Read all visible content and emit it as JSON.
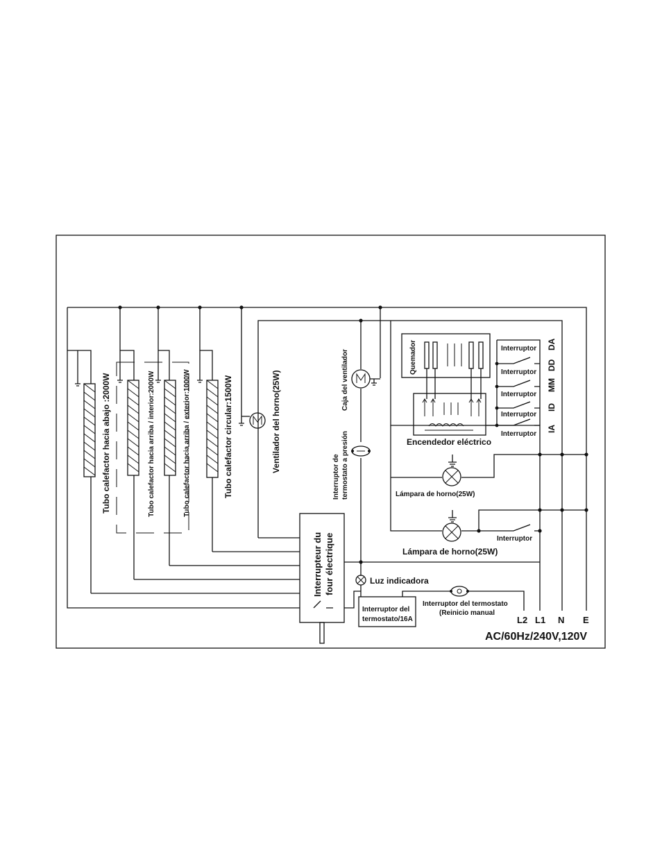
{
  "heaters": [
    {
      "label": "Tubo calefactor hacia abajo :2000W"
    },
    {
      "label": "Tubo calefactor hacia arriba / interior:2000W"
    },
    {
      "label": "Tubo calefactor hacia arriba / exterior:1000W"
    },
    {
      "label": "Tubo calefactor circular:1500W"
    }
  ],
  "oven_fan": "Ventilador del horno(25W)",
  "fan_box": "Caja del ventilador",
  "pressure_switch": [
    "Interruptor de",
    "termostato a presión"
  ],
  "oven_switch": [
    "Interrupteur du",
    "four électrique"
  ],
  "indicator_light": "Luz indicadora",
  "thermostat_switch": [
    "Interruptor del",
    "termostato/16A"
  ],
  "thermostat_reset": [
    "Interruptor del termostato",
    "(Reinicio manual"
  ],
  "burner": "Quemador",
  "igniter": "Encendedor eléctrico",
  "lamps": [
    "Lámpara de horno(25W)",
    "Lámpara de horno(25W)"
  ],
  "switch_label": "Interruptor",
  "lamp_switch_label": "Interruptor",
  "switch_codes": [
    "DA",
    "DD",
    "MM",
    "ID",
    "IA"
  ],
  "terminals": [
    "L2",
    "L1",
    "N",
    "E"
  ],
  "supply": {
    "main": "AC/60Hz/240V",
    "alt": ",120V"
  },
  "colors": {
    "line": "#111111",
    "background": "#ffffff"
  }
}
